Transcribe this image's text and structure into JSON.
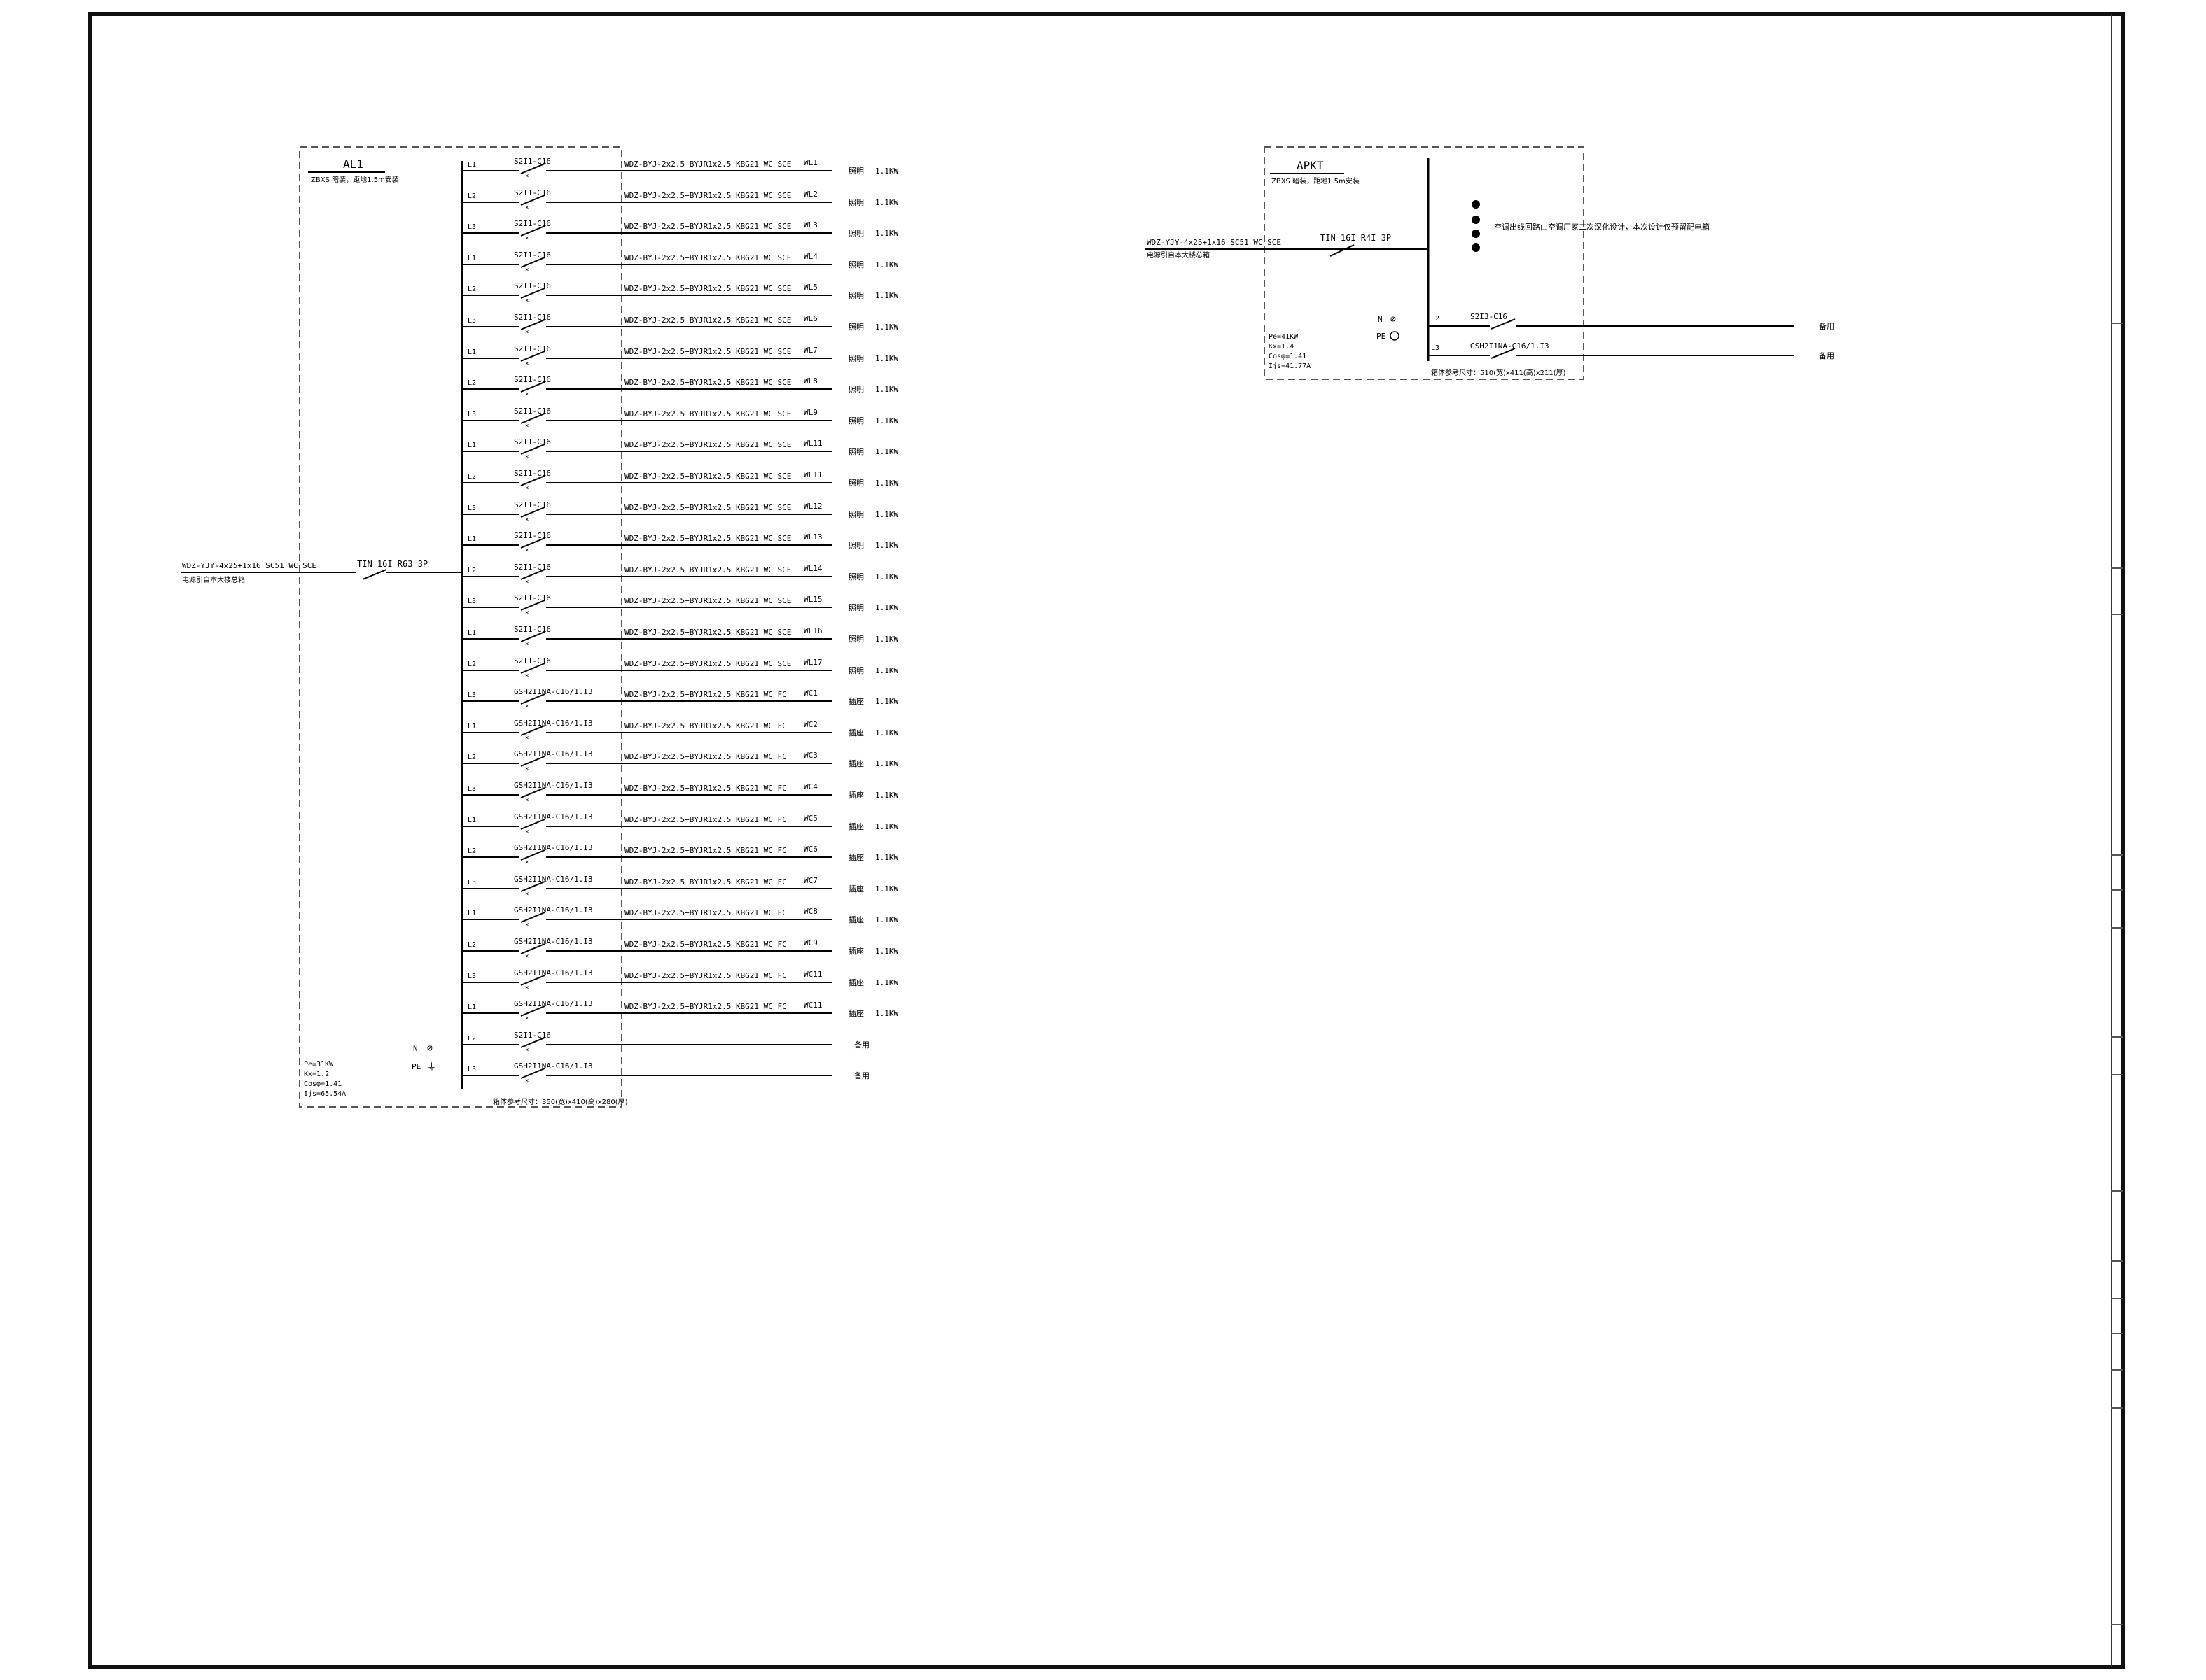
{
  "panel_al1": {
    "name": "AL1",
    "note": "ZBXS 暗装，距地1.5m安装",
    "incoming_cable": "WDZ-YJY-4x25+1x16 SC51 WC SCE",
    "incoming_source": "电源引自本大楼总箱",
    "main_breaker": "TIN 16I R63 3P",
    "neutral_label": "N",
    "pe_label": "PE",
    "params": [
      "Pe=31KW",
      "Kx=1.2",
      "Cosφ=1.41",
      "Ijs=65.54A"
    ],
    "size_note": "箱体参考尺寸：350(宽)x410(高)x280(厚)",
    "circuits": [
      {
        "phase": "L1",
        "breaker": "S2I1-C16",
        "cable": "WDZ-BYJ-2x2.5+BYJR1x2.5 KBG21 WC SCE",
        "id": "WL1",
        "use": "照明",
        "power": "1.1KW"
      },
      {
        "phase": "L2",
        "breaker": "S2I1-C16",
        "cable": "WDZ-BYJ-2x2.5+BYJR1x2.5 KBG21 WC SCE",
        "id": "WL2",
        "use": "照明",
        "power": "1.1KW"
      },
      {
        "phase": "L3",
        "breaker": "S2I1-C16",
        "cable": "WDZ-BYJ-2x2.5+BYJR1x2.5 KBG21 WC SCE",
        "id": "WL3",
        "use": "照明",
        "power": "1.1KW"
      },
      {
        "phase": "L1",
        "breaker": "S2I1-C16",
        "cable": "WDZ-BYJ-2x2.5+BYJR1x2.5 KBG21 WC SCE",
        "id": "WL4",
        "use": "照明",
        "power": "1.1KW"
      },
      {
        "phase": "L2",
        "breaker": "S2I1-C16",
        "cable": "WDZ-BYJ-2x2.5+BYJR1x2.5 KBG21 WC SCE",
        "id": "WL5",
        "use": "照明",
        "power": "1.1KW"
      },
      {
        "phase": "L3",
        "breaker": "S2I1-C16",
        "cable": "WDZ-BYJ-2x2.5+BYJR1x2.5 KBG21 WC SCE",
        "id": "WL6",
        "use": "照明",
        "power": "1.1KW"
      },
      {
        "phase": "L1",
        "breaker": "S2I1-C16",
        "cable": "WDZ-BYJ-2x2.5+BYJR1x2.5 KBG21 WC SCE",
        "id": "WL7",
        "use": "照明",
        "power": "1.1KW"
      },
      {
        "phase": "L2",
        "breaker": "S2I1-C16",
        "cable": "WDZ-BYJ-2x2.5+BYJR1x2.5 KBG21 WC SCE",
        "id": "WL8",
        "use": "照明",
        "power": "1.1KW"
      },
      {
        "phase": "L3",
        "breaker": "S2I1-C16",
        "cable": "WDZ-BYJ-2x2.5+BYJR1x2.5 KBG21 WC SCE",
        "id": "WL9",
        "use": "照明",
        "power": "1.1KW"
      },
      {
        "phase": "L1",
        "breaker": "S2I1-C16",
        "cable": "WDZ-BYJ-2x2.5+BYJR1x2.5 KBG21 WC SCE",
        "id": "WL11",
        "use": "照明",
        "power": "1.1KW"
      },
      {
        "phase": "L2",
        "breaker": "S2I1-C16",
        "cable": "WDZ-BYJ-2x2.5+BYJR1x2.5 KBG21 WC SCE",
        "id": "WL11",
        "use": "照明",
        "power": "1.1KW"
      },
      {
        "phase": "L3",
        "breaker": "S2I1-C16",
        "cable": "WDZ-BYJ-2x2.5+BYJR1x2.5 KBG21 WC SCE",
        "id": "WL12",
        "use": "照明",
        "power": "1.1KW"
      },
      {
        "phase": "L1",
        "breaker": "S2I1-C16",
        "cable": "WDZ-BYJ-2x2.5+BYJR1x2.5 KBG21 WC SCE",
        "id": "WL13",
        "use": "照明",
        "power": "1.1KW"
      },
      {
        "phase": "L2",
        "breaker": "S2I1-C16",
        "cable": "WDZ-BYJ-2x2.5+BYJR1x2.5 KBG21 WC SCE",
        "id": "WL14",
        "use": "照明",
        "power": "1.1KW"
      },
      {
        "phase": "L3",
        "breaker": "S2I1-C16",
        "cable": "WDZ-BYJ-2x2.5+BYJR1x2.5 KBG21 WC SCE",
        "id": "WL15",
        "use": "照明",
        "power": "1.1KW"
      },
      {
        "phase": "L1",
        "breaker": "S2I1-C16",
        "cable": "WDZ-BYJ-2x2.5+BYJR1x2.5 KBG21 WC SCE",
        "id": "WL16",
        "use": "照明",
        "power": "1.1KW"
      },
      {
        "phase": "L2",
        "breaker": "S2I1-C16",
        "cable": "WDZ-BYJ-2x2.5+BYJR1x2.5 KBG21 WC SCE",
        "id": "WL17",
        "use": "照明",
        "power": "1.1KW"
      },
      {
        "phase": "L3",
        "breaker": "GSH2I1NA-C16/1.I3",
        "cable": "WDZ-BYJ-2x2.5+BYJR1x2.5 KBG21 WC FC",
        "id": "WC1",
        "use": "插座",
        "power": "1.1KW"
      },
      {
        "phase": "L1",
        "breaker": "GSH2I1NA-C16/1.I3",
        "cable": "WDZ-BYJ-2x2.5+BYJR1x2.5 KBG21 WC FC",
        "id": "WC2",
        "use": "插座",
        "power": "1.1KW"
      },
      {
        "phase": "L2",
        "breaker": "GSH2I1NA-C16/1.I3",
        "cable": "WDZ-BYJ-2x2.5+BYJR1x2.5 KBG21 WC FC",
        "id": "WC3",
        "use": "插座",
        "power": "1.1KW"
      },
      {
        "phase": "L3",
        "breaker": "GSH2I1NA-C16/1.I3",
        "cable": "WDZ-BYJ-2x2.5+BYJR1x2.5 KBG21 WC FC",
        "id": "WC4",
        "use": "插座",
        "power": "1.1KW"
      },
      {
        "phase": "L1",
        "breaker": "GSH2I1NA-C16/1.I3",
        "cable": "WDZ-BYJ-2x2.5+BYJR1x2.5 KBG21 WC FC",
        "id": "WC5",
        "use": "插座",
        "power": "1.1KW"
      },
      {
        "phase": "L2",
        "breaker": "GSH2I1NA-C16/1.I3",
        "cable": "WDZ-BYJ-2x2.5+BYJR1x2.5 KBG21 WC FC",
        "id": "WC6",
        "use": "插座",
        "power": "1.1KW"
      },
      {
        "phase": "L3",
        "breaker": "GSH2I1NA-C16/1.I3",
        "cable": "WDZ-BYJ-2x2.5+BYJR1x2.5 KBG21 WC FC",
        "id": "WC7",
        "use": "插座",
        "power": "1.1KW"
      },
      {
        "phase": "L1",
        "breaker": "GSH2I1NA-C16/1.I3",
        "cable": "WDZ-BYJ-2x2.5+BYJR1x2.5 KBG21 WC FC",
        "id": "WC8",
        "use": "插座",
        "power": "1.1KW"
      },
      {
        "phase": "L2",
        "breaker": "GSH2I1NA-C16/1.I3",
        "cable": "WDZ-BYJ-2x2.5+BYJR1x2.5 KBG21 WC FC",
        "id": "WC9",
        "use": "插座",
        "power": "1.1KW"
      },
      {
        "phase": "L3",
        "breaker": "GSH2I1NA-C16/1.I3",
        "cable": "WDZ-BYJ-2x2.5+BYJR1x2.5 KBG21 WC FC",
        "id": "WC11",
        "use": "插座",
        "power": "1.1KW"
      },
      {
        "phase": "L1",
        "breaker": "GSH2I1NA-C16/1.I3",
        "cable": "WDZ-BYJ-2x2.5+BYJR1x2.5 KBG21 WC FC",
        "id": "WC11",
        "use": "插座",
        "power": "1.1KW"
      },
      {
        "phase": "L2",
        "breaker": "S2I1-C16",
        "cable": "",
        "id": "",
        "use": "备用",
        "power": ""
      },
      {
        "phase": "L3",
        "breaker": "GSH2I1NA-C16/1.I3",
        "cable": "",
        "id": "",
        "use": "备用",
        "power": ""
      }
    ]
  },
  "panel_apkt": {
    "name": "APKT",
    "note": "ZBXS 暗装，距地1.5m安装",
    "incoming_cable": "WDZ-YJY-4x25+1x16 SC51 WC SCE",
    "incoming_source": "电源引自本大楼总箱",
    "main_breaker": "TIN 16I R4I 3P",
    "remark": "空调出线回路由空调厂家二次深化设计，本次设计仅预留配电箱",
    "neutral_label": "N",
    "pe_label": "PE",
    "params": [
      "Pe=41KW",
      "Kx=1.4",
      "Cosφ=1.41",
      "Ijs=41.77A"
    ],
    "size_note": "箱体参考尺寸：510(宽)x411(高)x211(厚)",
    "circuits": [
      {
        "phase": "L2",
        "breaker": "S2I3-C16",
        "use": "备用"
      },
      {
        "phase": "L3",
        "breaker": "GSH2I1NA-C16/1.I3",
        "use": "备用"
      }
    ]
  },
  "colors": {
    "line": "#000000",
    "frame": "#111111",
    "dash": "#555555",
    "background": "#ffffff"
  }
}
